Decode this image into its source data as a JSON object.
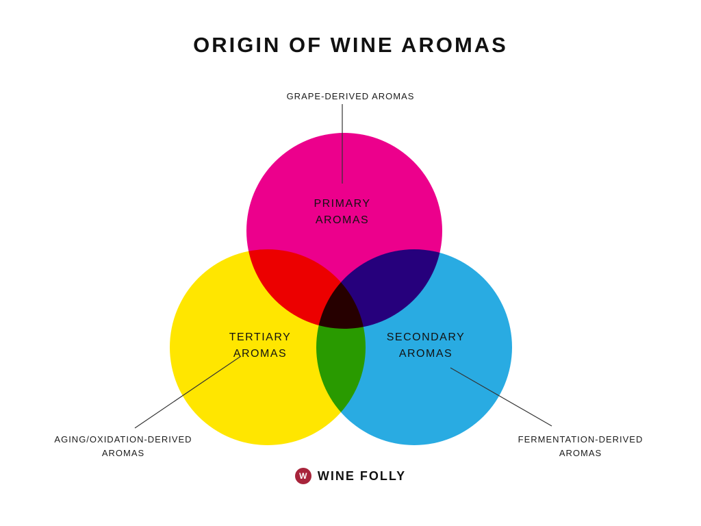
{
  "title": "ORIGIN OF WINE AROMAS",
  "colors": {
    "magenta": "#EC008C",
    "yellow": "#FFE600",
    "cyan": "#29ABE2",
    "logo_red": "#A8243B",
    "line": "#333333"
  },
  "circles": {
    "primary": {
      "label": "PRIMARY\nAROMAS"
    },
    "secondary": {
      "label": "SECONDARY\nAROMAS"
    },
    "tertiary": {
      "label": "TERTIARY\nAROMAS"
    }
  },
  "annotations": {
    "top": "GRAPE-DERIVED AROMAS",
    "bottom_left": "AGING/OXIDATION-DERIVED\nAROMAS",
    "bottom_right": "FERMENTATION-DERIVED\nAROMAS"
  },
  "footer": {
    "logo_letter": "W",
    "logo_text": "WINE FOLLY"
  }
}
